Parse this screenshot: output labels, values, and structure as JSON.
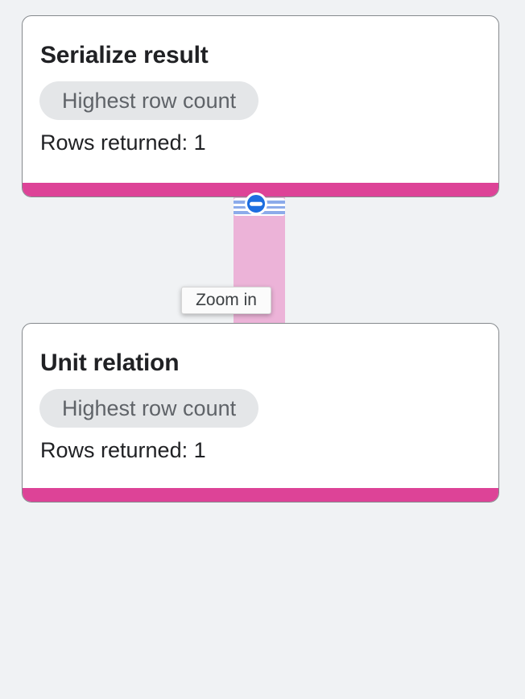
{
  "canvas": {
    "background_color": "#f0f2f4"
  },
  "nodes": [
    {
      "title": "Serialize result",
      "badge": "Highest row count",
      "rows_label": "Rows returned: 1",
      "bar_color": "#dd4397"
    },
    {
      "title": "Unit relation",
      "badge": "Highest row count",
      "rows_label": "Rows returned: 1",
      "bar_color": "#dd4397"
    }
  ],
  "edge": {
    "color": "#ecb3d8"
  },
  "collapse_button": {
    "icon": "minus-circle-icon",
    "circle_color": "#1d6ee0",
    "stripe_color": "#8cabea"
  },
  "tooltip": {
    "text": "Zoom in"
  }
}
